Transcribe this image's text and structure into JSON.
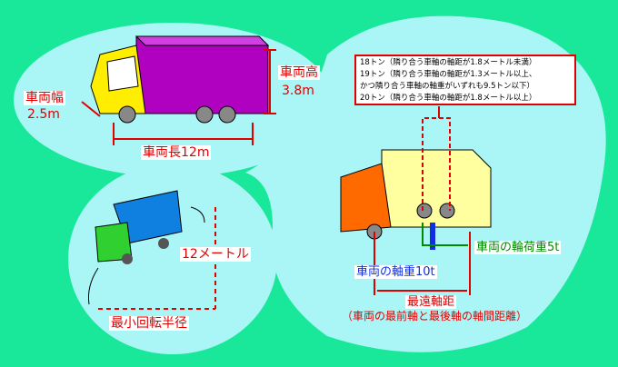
{
  "labels": {
    "width": "車両幅",
    "width_value": "2.5m",
    "height": "車両高",
    "height_value": "3.8m",
    "length": "車両長12m",
    "turn_value": "12メートル",
    "turn_label": "最小回転半径",
    "axle_weight": "車両の軸重10t",
    "wheel_weight": "車両の輪荷重5t",
    "wheelbase": "最遠軸距",
    "wheelbase_desc": "（車両の最前軸と最後軸の軸間距離）"
  },
  "note_lines": [
    "18トン（隣り合う車軸の軸距が1.8メートル未満）",
    "19トン（隣り合う車軸の軸距が1.3メートル以上、",
    "かつ隣り合う車軸の軸重がいずれも9.5トン以下）",
    "20トン（隣り合う車軸の軸距が1.8メートル以上）"
  ],
  "colors": {
    "background": "#19e89a",
    "bubble": "#aaf6f6",
    "accent": "#e00000",
    "blue": "#1030e0",
    "green": "#008a00"
  }
}
